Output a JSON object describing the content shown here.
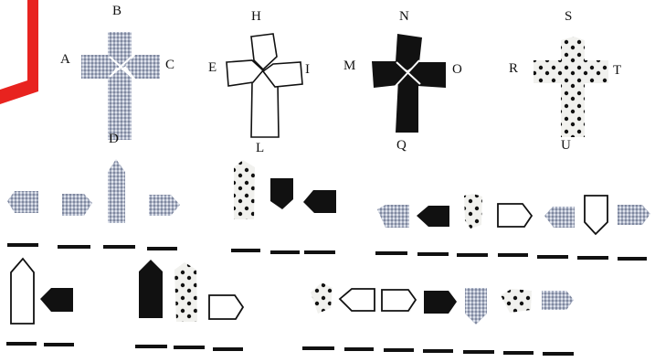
{
  "crosses": [
    {
      "name": "gingham",
      "top": "B",
      "left": "A",
      "right": "C",
      "bottom": "D"
    },
    {
      "name": "outline",
      "top": "H",
      "left": "E",
      "right": "I",
      "bottom": "L"
    },
    {
      "name": "black",
      "top": "N",
      "left": "M",
      "right": "O",
      "bottom": "Q"
    },
    {
      "name": "dotted",
      "top": "S",
      "left": "R",
      "right": "T",
      "bottom": "U"
    }
  ],
  "rows": [
    {
      "row": 1,
      "blanks_a": 4,
      "blanks_b": 3,
      "blanks_c": 7
    },
    {
      "row": 2,
      "blanks_a": 2,
      "blanks_b": 3,
      "blanks_c": 7
    }
  ],
  "colors": {
    "accent_red": "#e8231f",
    "black": "#111111",
    "gingham_light": "#c9cfdc",
    "gingham_dark": "#8e97ad",
    "dot_fill": "#f2f2f0"
  }
}
